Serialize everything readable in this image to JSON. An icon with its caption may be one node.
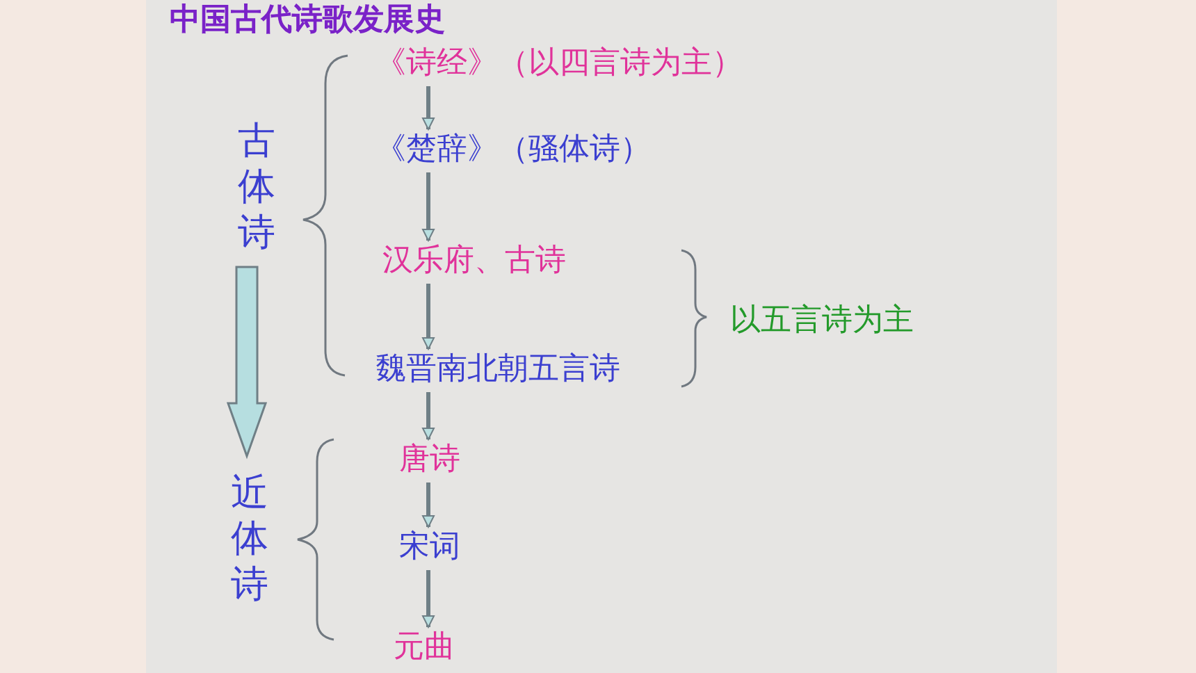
{
  "diagram": {
    "title": "中国古代诗歌发展史",
    "nodes": [
      {
        "text": [
          "《诗经》（以四言诗为主）"
        ]
      },
      {
        "text": [
          "《楚辞》（骚体诗）"
        ]
      },
      {
        "text": [
          "汉乐府、古诗"
        ]
      },
      {
        "text": [
          "魏晋南北朝五言诗"
        ]
      },
      {
        "text": [
          "唐诗"
        ]
      },
      {
        "text": [
          "宋词"
        ]
      },
      {
        "text": [
          "元曲"
        ]
      }
    ],
    "edges": [
      {
        "from": 0,
        "to": 1,
        "arrow": "to"
      },
      {
        "from": 1,
        "to": 2,
        "arrow": "to"
      },
      {
        "from": 2,
        "to": 3,
        "arrow": "to"
      },
      {
        "from": 3,
        "to": 4,
        "arrow": "to"
      },
      {
        "from": 4,
        "to": 5,
        "arrow": "to"
      },
      {
        "from": 5,
        "to": 6,
        "arrow": "to"
      }
    ],
    "labels": [
      "古体诗",
      "以五言诗为主",
      "近体诗"
    ]
  }
}
